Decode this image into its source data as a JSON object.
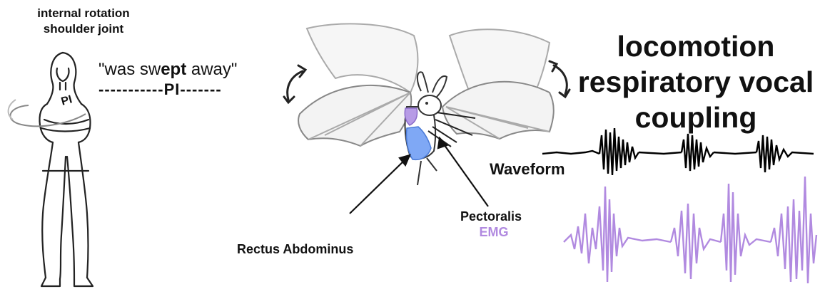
{
  "left_title": [
    "internal rotation",
    "shoulder joint"
  ],
  "quote": {
    "prefix": "\"was sw",
    "bold": "ept",
    "suffix": " away\""
  },
  "pi_line": "-----------PI-------",
  "pi_small": "PI",
  "big_title": [
    "locomotion",
    "respiratory vocal",
    "coupling"
  ],
  "waveform_label": "Waveform",
  "rectus_label": "Rectus Abdominus",
  "pectoralis_label": "Pectoralis",
  "emg_label": "EMG",
  "colors": {
    "emg": "#b18ae0",
    "waveform": "#000000",
    "rectus_fill": "#7fa8f5",
    "pectoralis_fill": "#b79be6",
    "wing_fill": "#f2f2f2",
    "wing_stroke": "#9a9a9a"
  },
  "icons": [
    "woman-figure-icon",
    "bat-icon",
    "curved-double-arrow-icon"
  ]
}
